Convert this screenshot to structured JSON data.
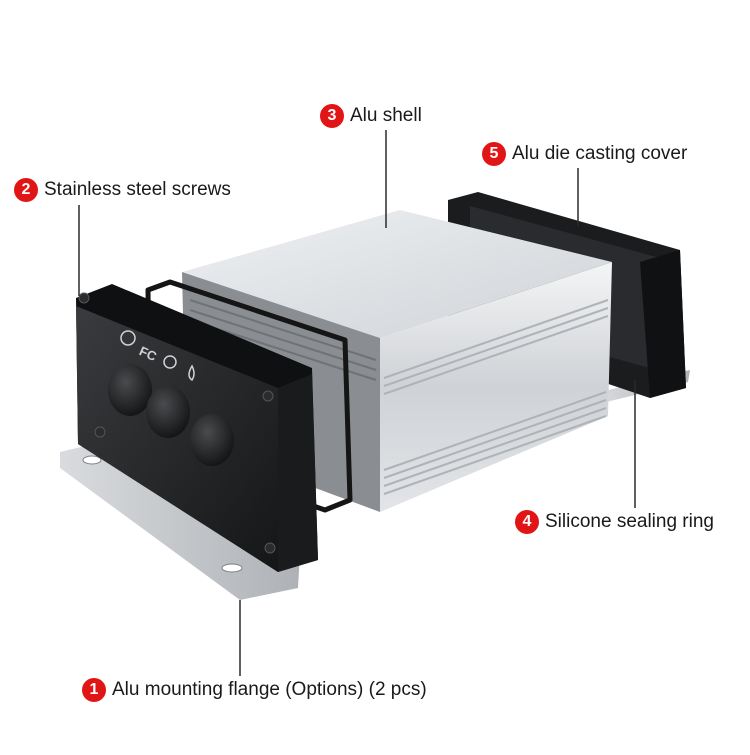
{
  "callouts": [
    {
      "num": "1",
      "label": "Alu mounting flange (Options) (2 pcs)"
    },
    {
      "num": "2",
      "label": "Stainless steel screws"
    },
    {
      "num": "3",
      "label": "Alu shell"
    },
    {
      "num": "4",
      "label": "Silicone sealing ring"
    },
    {
      "num": "5",
      "label": "Alu die casting cover"
    }
  ],
  "colors": {
    "badge": "#e11515",
    "shell": "#d9dde1",
    "cover": "#1f2022",
    "flange": "#c9ccd0"
  },
  "cover_icons": [
    "recycle-icon",
    "fc-mark-icon",
    "ce-mark-icon",
    "fire-mark-icon"
  ]
}
